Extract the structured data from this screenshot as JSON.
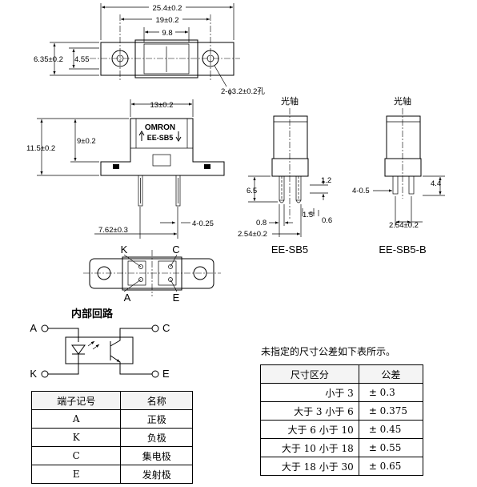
{
  "top_view": {
    "dim_total_width": "25.4±0.2",
    "dim_hole_pitch": "19±0.2",
    "dim_center_width": "9.8",
    "dim_height": "6.35±0.2",
    "dim_center_height": "4.55",
    "dim_holes": "2-ϕ3.2±0.2孔"
  },
  "front_view": {
    "dim_body_width": "13±0.2",
    "dim_height_upper": "9±0.2",
    "dim_height_total": "11.5±0.2",
    "brand": "OMRON",
    "model_mark": "EE-SB5",
    "dim_pin_pitch": "7.62±0.3",
    "dim_pin": "4-0.25"
  },
  "side_view_sb5": {
    "optical_axis": "光轴",
    "dim_a": "1.2",
    "dim_b": "6.5",
    "dim_c": "1.5",
    "dim_d": "0.8",
    "dim_e": "0.6",
    "dim_f": "2.54±0.2",
    "model": "EE-SB5"
  },
  "side_view_sb5b": {
    "optical_axis": "光轴",
    "dim_a": "4-0.5",
    "dim_b": "4.4",
    "dim_c": "2.54±0.2",
    "model": "EE-SB5-B"
  },
  "bottom_view": {
    "pin_k": "K",
    "pin_c": "C",
    "pin_a": "A",
    "pin_e": "E"
  },
  "circuit": {
    "title": "内部回路",
    "pin_a": "A",
    "pin_c": "C",
    "pin_k": "K",
    "pin_e": "E"
  },
  "terminal_table": {
    "headers": [
      "端子记号",
      "名称"
    ],
    "rows": [
      [
        "A",
        "正极"
      ],
      [
        "K",
        "负极"
      ],
      [
        "C",
        "集电极"
      ],
      [
        "E",
        "发射极"
      ]
    ]
  },
  "tolerance_table": {
    "title": "未指定的尺寸公差如下表所示。",
    "headers": [
      "尺寸区分",
      "公差"
    ],
    "rows": [
      [
        "小于 3",
        "± 0.3"
      ],
      [
        "大于 3 小于 6",
        "± 0.375"
      ],
      [
        "大于 6 小于 10",
        "± 0.45"
      ],
      [
        "大于 10 小于 18",
        "± 0.55"
      ],
      [
        "大于 18 小于 30",
        "± 0.65"
      ]
    ]
  }
}
